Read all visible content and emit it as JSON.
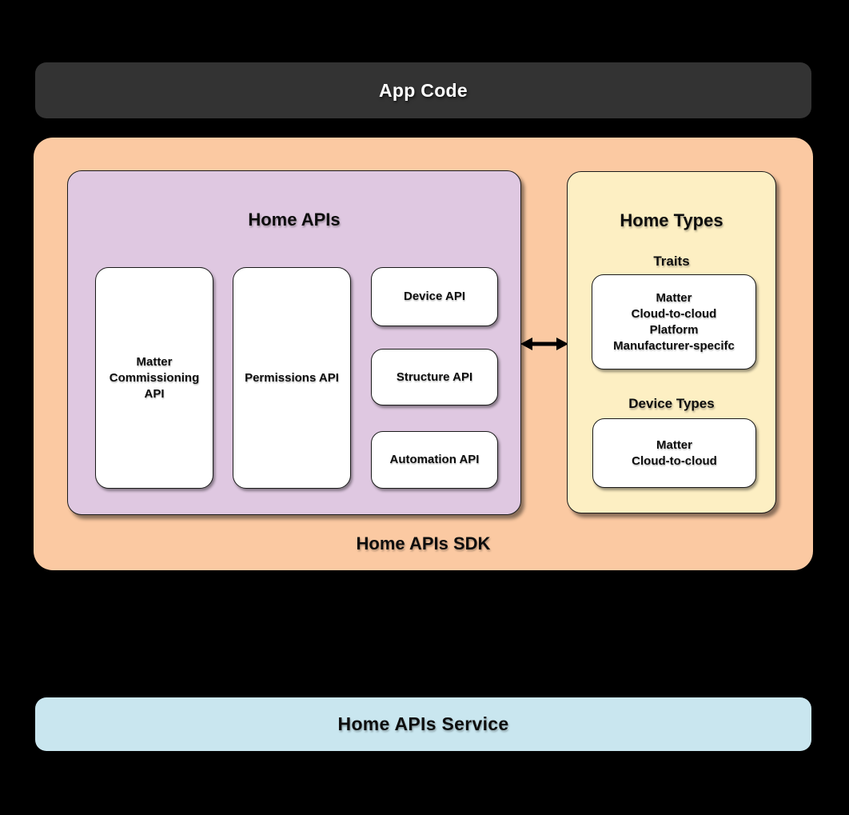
{
  "colors": {
    "page_bg": "#000000",
    "app_code_bg": "#333333",
    "app_code_text": "#ffffff",
    "sdk_bg": "#FBC9A2",
    "home_apis_bg": "#DFC8E1",
    "home_types_bg": "#FDEFC3",
    "service_bg": "#C9E6EF",
    "card_bg": "#ffffff",
    "border": "#1a1a1a",
    "text": "#0d0d0d",
    "arrow": "#000000"
  },
  "app_code_bar": {
    "label": "App Code"
  },
  "sdk": {
    "label": "Home APIs SDK",
    "home_apis": {
      "title": "Home APIs",
      "matter_commissioning": [
        "Matter",
        "Commissioning",
        "API"
      ],
      "permissions": "Permissions API",
      "device": "Device API",
      "structure": "Structure API",
      "automation": "Automation API"
    },
    "arrow_icon": "bidirectional-arrow",
    "home_types": {
      "title": "Home Types",
      "traits_heading": "Traits",
      "traits": [
        "Matter",
        "Cloud-to-cloud",
        "Platform",
        "Manufacturer-specifc"
      ],
      "device_types_heading": "Device Types",
      "device_types": [
        "Matter",
        "Cloud-to-cloud"
      ]
    }
  },
  "service_bar": {
    "label": "Home APIs Service"
  }
}
